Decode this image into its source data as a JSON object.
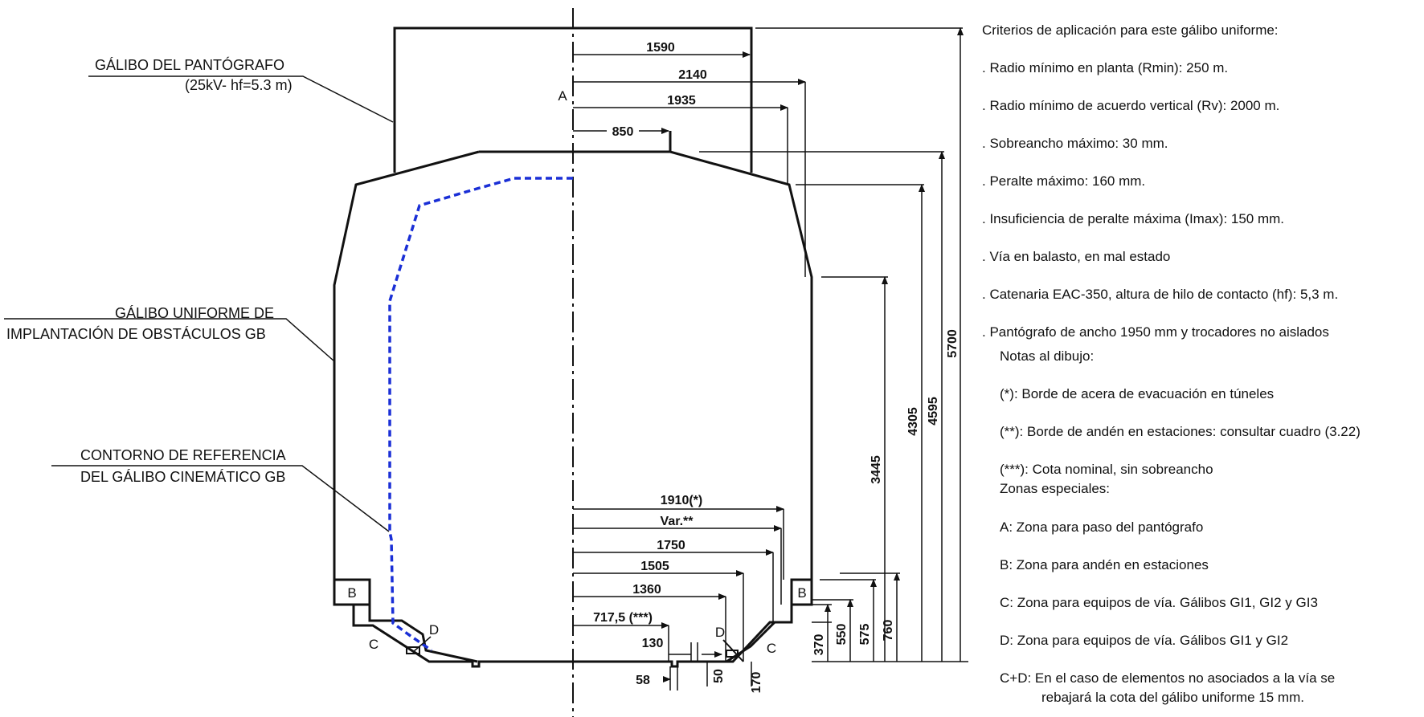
{
  "callouts": {
    "pantograph_title": "GÁLIBO DEL PANTÓGRAFO",
    "pantograph_sub": "(25kV- hf=5.3 m)",
    "uniform_l1": "GÁLIBO UNIFORME DE",
    "uniform_l2": "IMPLANTACIÓN DE OBSTÁCULOS GB",
    "contour_l1": "CONTORNO DE REFERENCIA",
    "contour_l2": "DEL GÁLIBO CINEMÁTICO GB"
  },
  "zones": {
    "A": "A",
    "B_left": "B",
    "B_right": "B",
    "C_left": "C",
    "C_right": "C",
    "D_left": "D",
    "D_right": "D"
  },
  "dimensions": {
    "top_1590": "1590",
    "top_2140": "2140",
    "top_1935": "1935",
    "top_850": "850",
    "bot_1910": "1910(*)",
    "bot_var": "Var.**",
    "bot_1750": "1750",
    "bot_1505": "1505",
    "bot_1360": "1360",
    "bot_717": "717,5  (***)",
    "bot_130": "130",
    "bot_58": "58",
    "bot_50": "50",
    "bot_170": "170",
    "v_370": "370",
    "v_550": "550",
    "v_575": "575",
    "v_760": "760",
    "v_3445": "3445",
    "v_4305": "4305",
    "v_4595": "4595",
    "v_5700": "5700"
  },
  "legend": {
    "criteria_title": "Criterios de aplicación para este gálibo uniforme:",
    "criteria": [
      ". Radio mínimo en planta (Rmin): 250 m.",
      ". Radio mínimo de acuerdo vertical (Rv): 2000 m.",
      ". Sobreancho máximo: 30 mm.",
      ". Peralte máximo: 160 mm.",
      ". Insuficiencia de peralte máxima (Imax): 150 mm.",
      ". Vía en balasto, en mal estado",
      ". Catenaria EAC-350, altura de hilo de contacto (hf): 5,3 m.",
      ". Pantógrafo de ancho 1950 mm y trocadores no aislados"
    ],
    "notes_title": "Notas al dibujo:",
    "notes": [
      "(*): Borde de acera de evacuación en túneles",
      "(**): Borde de andén en estaciones: consultar cuadro (3.22)",
      "(***): Cota nominal, sin sobreancho"
    ],
    "zones_title": "Zonas especiales:",
    "zones": [
      "A: Zona para paso del pantógrafo",
      "B: Zona para andén en estaciones",
      "C: Zona para equipos de vía. Gálibos GI1, GI2 y GI3",
      "D: Zona para equipos de vía. Gálibos GI1 y GI2"
    ],
    "cd_l1": "C+D: En el caso de elementos no asociados a la vía se",
    "cd_l2": "rebajará la cota del gálibo uniforme 15 mm."
  },
  "colors": {
    "line": "#111111",
    "kinematic_contour": "#1a2fd6"
  }
}
